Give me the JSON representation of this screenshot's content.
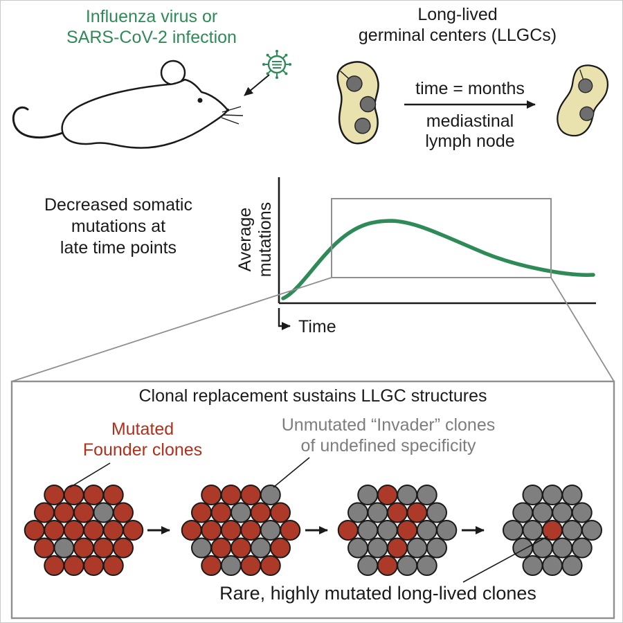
{
  "colors": {
    "green": "#2e8b57",
    "founder_red": "#ad3a28",
    "founder_red_text": "#b1301c",
    "invader_gray": "#7f7f7f",
    "invader_gray_text": "#7d7d7d",
    "node_fill": "#e9e2ae",
    "box_stroke": "#8f8f8f",
    "ink": "#1a1a1a"
  },
  "top_left": {
    "line1": "Influenza virus or",
    "line2": "SARS-CoV-2 infection"
  },
  "top_right": {
    "line1": "Long-lived",
    "line2": "germinal centers (LLGCs)",
    "arrow_label_top": "time = months",
    "arrow_label_bottom1": "mediastinal",
    "arrow_label_bottom2": "lymph node"
  },
  "middle": {
    "caption_line1": "Decreased somatic",
    "caption_line2": "mutations at",
    "caption_line3": "late time points",
    "y_axis_line1": "Average",
    "y_axis_line2": "mutations",
    "x_axis_label": "Time"
  },
  "bottom": {
    "title": "Clonal replacement sustains LLGC structures",
    "founder_label_line1": "Mutated",
    "founder_label_line2": "Founder clones",
    "invader_label_line1": "Unmutated “Invader” clones",
    "invader_label_line2": "of undefined specificity",
    "rare_label": "Rare, highly mutated long-lived clones"
  },
  "clusters": [
    {
      "name": "stage-1",
      "rows": [
        "RRRR",
        "RRRGR",
        "RRRRRR",
        "RGRRR",
        "RRRR"
      ]
    },
    {
      "name": "stage-2",
      "rows": [
        "RRRG",
        "RRGRR",
        "RRRRGR",
        "GRRGR",
        "RGRR"
      ]
    },
    {
      "name": "stage-3",
      "rows": [
        "GRGG",
        "GGRRG",
        "RGGRGG",
        "GGRGG",
        "GRGG"
      ]
    },
    {
      "name": "stage-4",
      "rows": [
        "GGG",
        "GGGG",
        "GGRGG",
        "GGGG",
        "GGG"
      ]
    }
  ]
}
